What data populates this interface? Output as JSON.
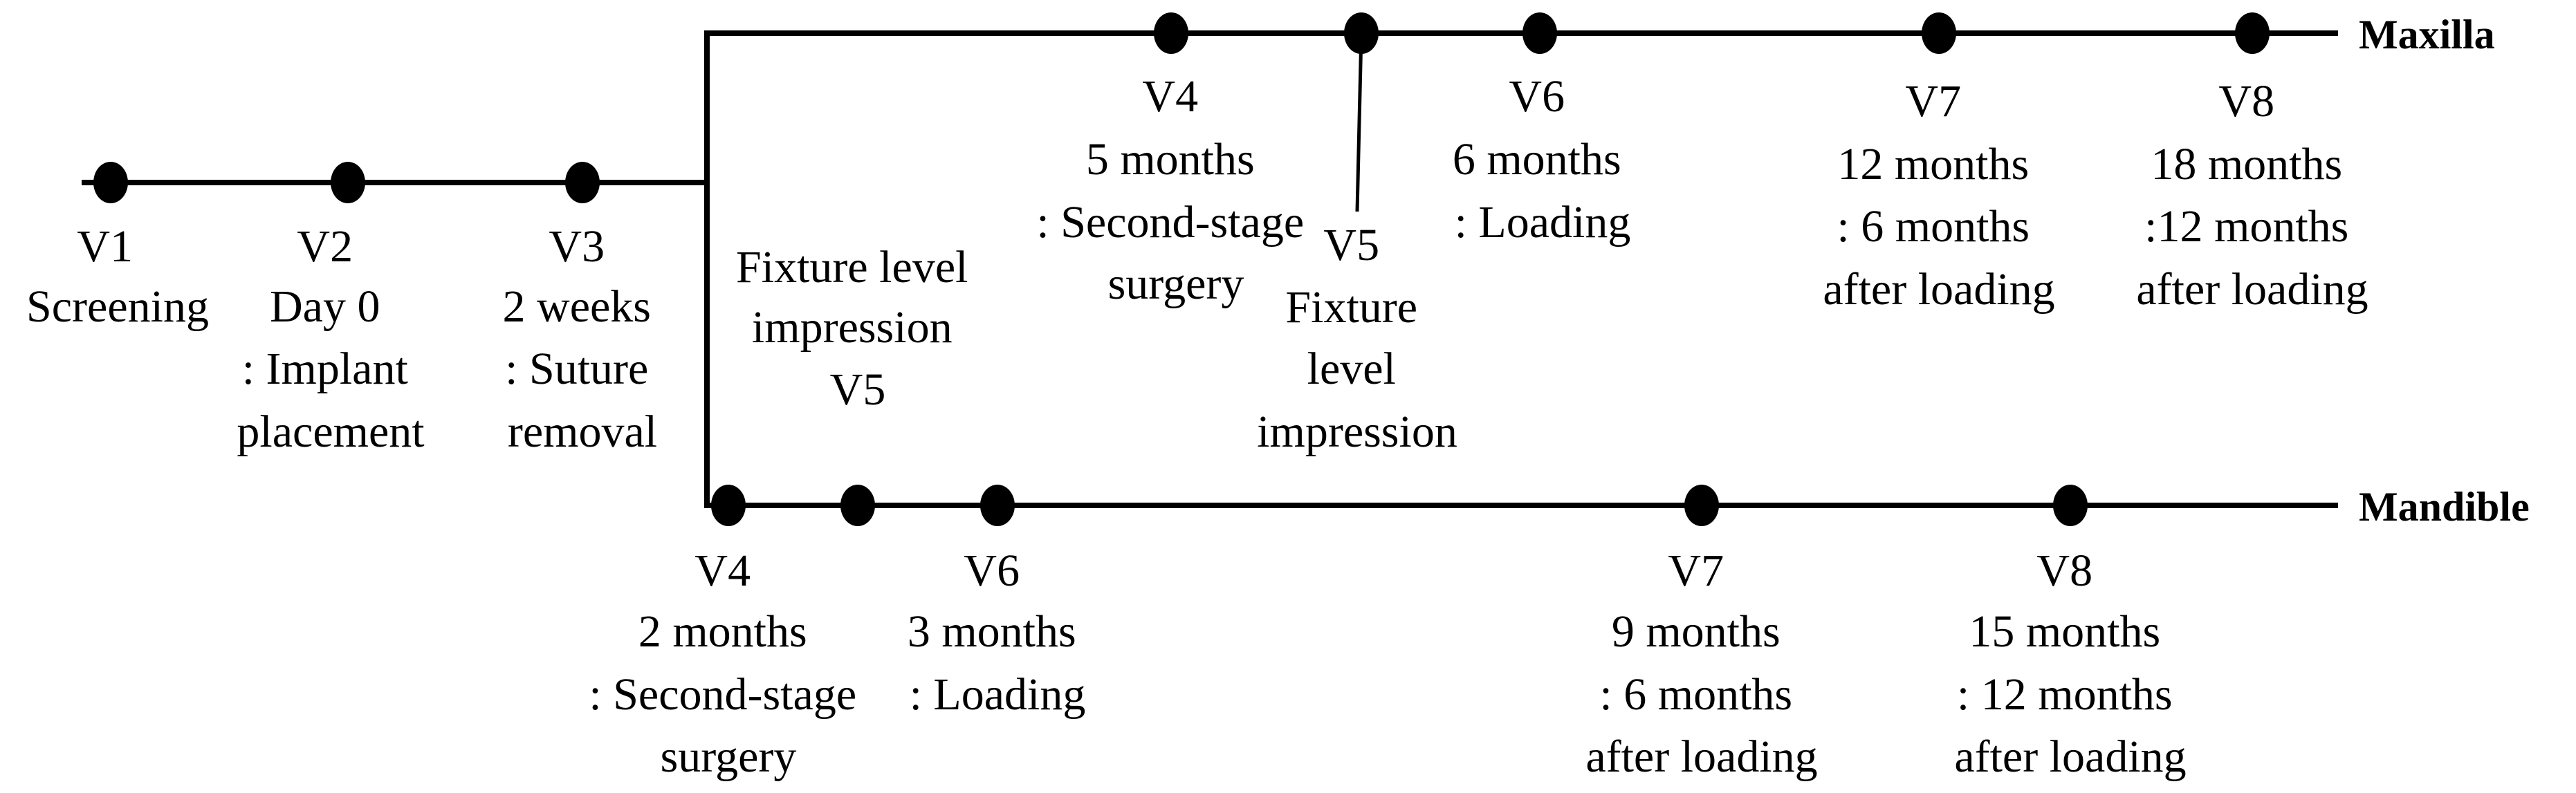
{
  "tracks": {
    "maxilla": "Maxilla",
    "mandible": "Mandible"
  },
  "visits": [
    {
      "id": "v1",
      "lines": [
        "V1",
        "Screening"
      ]
    },
    {
      "id": "v2",
      "lines": [
        "V2",
        "Day 0",
        ": Implant",
        "placement"
      ]
    },
    {
      "id": "v3",
      "lines": [
        "V3",
        "2 weeks",
        ": Suture",
        "removal"
      ]
    },
    {
      "id": "max-v4",
      "lines": [
        "V4",
        "5 months",
        ": Second-stage",
        "surgery"
      ]
    },
    {
      "id": "max-v5",
      "lines": [
        "V5",
        "Fixture",
        "level",
        "impression"
      ]
    },
    {
      "id": "max-v6",
      "lines": [
        "V6",
        "6 months",
        ": Loading"
      ]
    },
    {
      "id": "max-v7",
      "lines": [
        "V7",
        "12 months",
        ": 6 months",
        "after loading"
      ]
    },
    {
      "id": "max-v8",
      "lines": [
        "V8",
        "18 months",
        ":12 months",
        "after loading"
      ]
    },
    {
      "id": "mand-v5",
      "lines": [
        "Fixture level",
        "impression",
        "V5"
      ]
    },
    {
      "id": "mand-v4",
      "lines": [
        "V4",
        "2 months",
        ": Second-stage",
        "surgery"
      ]
    },
    {
      "id": "mand-v6",
      "lines": [
        "V6",
        "3 months",
        ": Loading"
      ]
    },
    {
      "id": "mand-v7",
      "lines": [
        "V7",
        "9 months",
        ": 6 months",
        "after loading"
      ]
    },
    {
      "id": "mand-v8",
      "lines": [
        "V8",
        "15 months",
        ": 12 months",
        "after loading"
      ]
    }
  ]
}
